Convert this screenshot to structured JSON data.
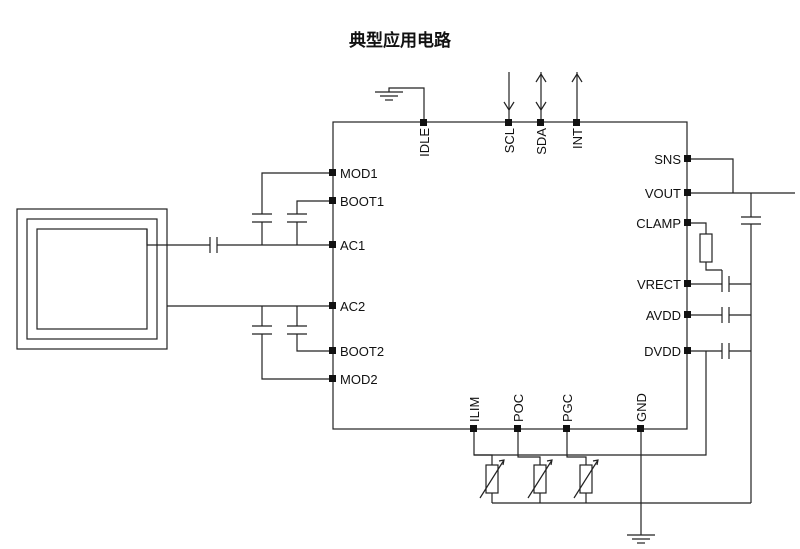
{
  "title": "典型应用电路",
  "chip": {
    "left_pins": [
      "MOD1",
      "BOOT1",
      "AC1",
      "AC2",
      "BOOT2",
      "MOD2"
    ],
    "right_pins": [
      "SNS",
      "VOUT",
      "CLAMP",
      "VRECT",
      "AVDD",
      "DVDD"
    ],
    "top_pins": [
      "IDLE",
      "SCL",
      "SDA",
      "INT"
    ],
    "bottom_pins": [
      "ILIM",
      "POC",
      "PGC",
      "GND"
    ]
  }
}
